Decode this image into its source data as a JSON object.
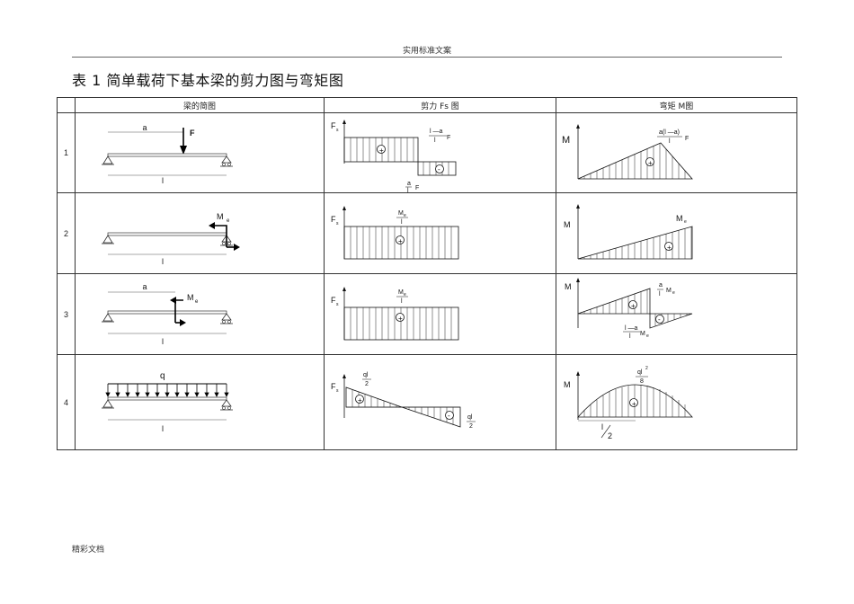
{
  "header": {
    "text": "实用标准文案"
  },
  "title": "表 1  简单载荷下基本梁的剪力图与弯矩图",
  "table": {
    "headers": [
      "梁的简图",
      "剪力  Fs 图",
      "弯矩  M图"
    ],
    "rows": [
      {
        "num": "1",
        "beam": {
          "a": "a",
          "force": "F",
          "length": "l"
        },
        "shear": {
          "axis": "F",
          "axis_sub": "s",
          "label_top_num": "l —a",
          "label_top_den": "l",
          "label_top_sym": "F",
          "label_bot_num": "a",
          "label_bot_den": "l",
          "label_bot_sym": "F"
        },
        "moment": {
          "axis": "M",
          "label_num": "a(l —a)",
          "label_den": "l",
          "label_sym": "F"
        }
      },
      {
        "num": "2",
        "beam": {
          "moment": "M",
          "moment_sub": "e",
          "length": "l"
        },
        "shear": {
          "axis": "F",
          "axis_sub": "s",
          "label_num": "M",
          "label_num_sub": "e",
          "label_den": "l"
        },
        "moment": {
          "axis": "M",
          "label": "M",
          "label_sub": "e"
        }
      },
      {
        "num": "3",
        "beam": {
          "a": "a",
          "moment": "M",
          "moment_sub": "e",
          "length": "l"
        },
        "shear": {
          "axis": "F",
          "axis_sub": "s",
          "label_num": "M",
          "label_num_sub": "e",
          "label_den": "l"
        },
        "moment": {
          "axis": "M",
          "label_top_num": "a",
          "label_top_den": "l",
          "label_top_sym": "M",
          "label_top_sub": "e",
          "label_bot_num": "l —a",
          "label_bot_den": "l",
          "label_bot_sym": "M",
          "label_bot_sub": "e"
        }
      },
      {
        "num": "4",
        "beam": {
          "load": "q",
          "length": "l"
        },
        "shear": {
          "axis": "F",
          "axis_sub": "s",
          "label_top_num": "ql",
          "label_top_den": "2",
          "label_bot_num": "ql",
          "label_bot_den": "2"
        },
        "moment": {
          "axis": "M",
          "label_num": "ql",
          "label_num_sup": "2",
          "label_den": "8",
          "span_num": "l",
          "span_den": "2"
        }
      }
    ]
  },
  "footer": {
    "text": "精彩文档"
  }
}
